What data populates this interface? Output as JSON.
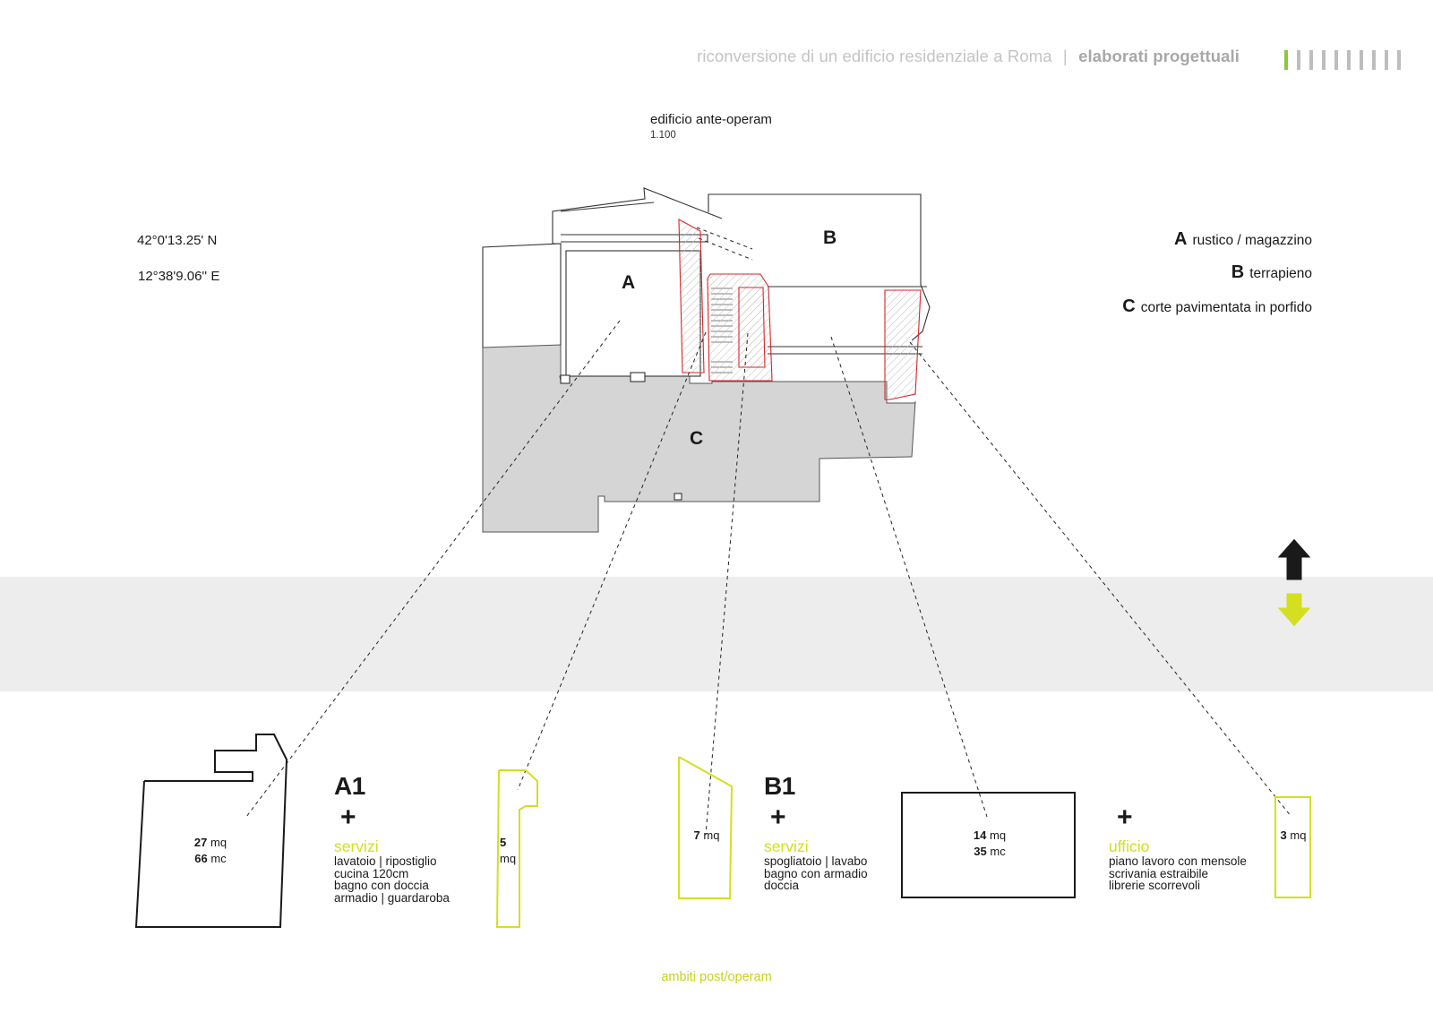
{
  "header": {
    "project": "riconversione di un edificio residenziale a Roma",
    "separator": "|",
    "section": "elaborati progettuali",
    "bars_total": 10,
    "bars_active": 1,
    "accent_color": "#8cc63e"
  },
  "plan": {
    "title": "edificio ante-operam",
    "scale": "1.100",
    "coords": {
      "lat": "42°0'13.25' N",
      "lon": "12°38'9.06'' E"
    },
    "zones": {
      "a": "A",
      "b": "B",
      "c": "C"
    }
  },
  "legend": [
    {
      "letter": "A",
      "text": "rustico / magazzino"
    },
    {
      "letter": "B",
      "text": "terrapieno"
    },
    {
      "letter": "C",
      "text": "corte pavimentata in porfido"
    }
  ],
  "ambits": [
    {
      "code": "A1",
      "plus": "+",
      "category": "servizi",
      "items": [
        "lavatoio | ripostiglio",
        "cucina 120cm",
        "bagno con doccia",
        "armadio | guardaroba"
      ]
    },
    {
      "code": "B1",
      "plus": "+",
      "category": "servizi",
      "items": [
        "spogliatoio | lavabo",
        "bagno con armadio",
        "doccia"
      ]
    },
    {
      "code": "",
      "plus": "+",
      "category": "ufficio",
      "items": [
        "piano lavoro con mensole",
        "scrivania estraibile",
        "librerie scorrevoli"
      ]
    }
  ],
  "areas": {
    "a1": {
      "mq": "27",
      "mq_unit": "mq",
      "mc": "66",
      "mc_unit": "mc"
    },
    "a1_service": {
      "mq": "5",
      "mq_unit": "mq"
    },
    "b1_service": {
      "mq": "7",
      "mq_unit": "mq"
    },
    "b1": {
      "mq": "14",
      "mq_unit": "mq",
      "mc": "35",
      "mc_unit": "mc"
    },
    "office": {
      "mq": "3",
      "mq_unit": "mq"
    }
  },
  "arrows": {
    "up_color": "#1a1a1a",
    "down_color": "#d3df1f"
  },
  "footer": "ambiti post/operam",
  "colors": {
    "accent_yellow": "#d3df1f",
    "wall_red": "#d6262c",
    "court_grey": "#d5d5d5"
  }
}
